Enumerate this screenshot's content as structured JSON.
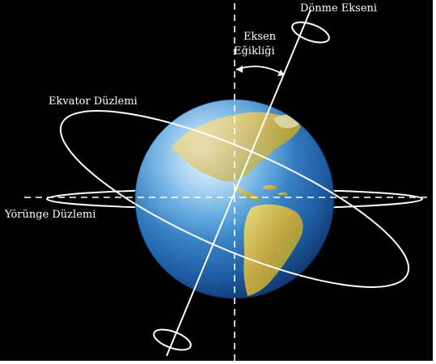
{
  "labels": {
    "rotation_axis": "Dönme Ekseni",
    "axial_tilt_line1": "Eksen",
    "axial_tilt_line2": "Eğikliği",
    "equatorial_plane": "Ekvator Düzlemi",
    "orbital_plane": "Yörünge Düzlemi"
  },
  "colors": {
    "background": "#000000",
    "lines": "#ffffff",
    "ocean": "#2f7fc4",
    "land": "#c9b24a"
  }
}
